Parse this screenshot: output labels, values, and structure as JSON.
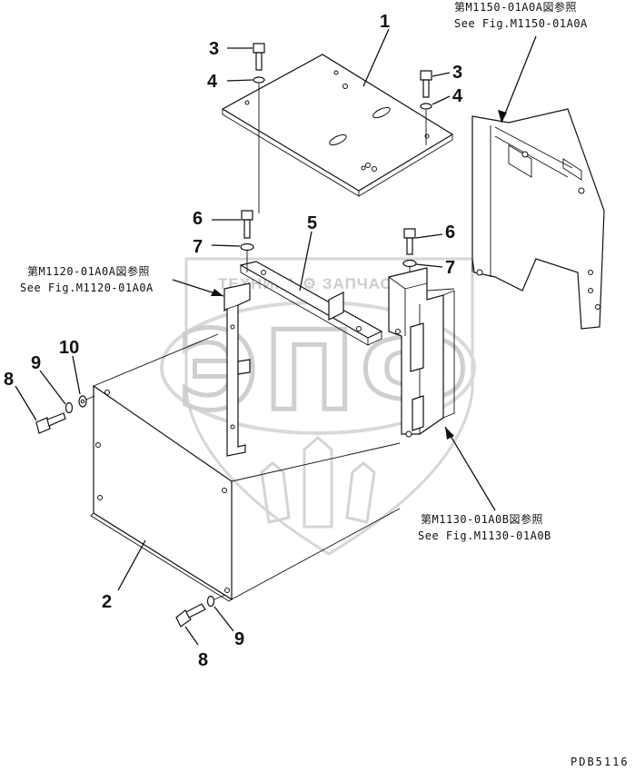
{
  "watermark": {
    "top_text": "ТЕХНИКА ⚙ ЗАПЧАСТИ",
    "logo_text": "ЭПФ"
  },
  "callouts": {
    "c1": "1",
    "c2": "2",
    "c3a": "3",
    "c3b": "3",
    "c4a": "4",
    "c4b": "4",
    "c5": "5",
    "c6a": "6",
    "c6b": "6",
    "c7a": "7",
    "c7b": "7",
    "c8a": "8",
    "c8b": "8",
    "c9a": "9",
    "c9b": "9",
    "c10": "10"
  },
  "references": {
    "m1150_jp": "第M1150-01A0A図参照",
    "m1150_en": "See Fig.M1150-01A0A",
    "m1120_jp": "第M1120-01A0A図参照",
    "m1120_en": "See Fig.M1120-01A0A",
    "m1130_jp": "第M1130-01A0B図参照",
    "m1130_en": "See Fig.M1130-01A0B"
  },
  "drawing_code": "PDB5116"
}
